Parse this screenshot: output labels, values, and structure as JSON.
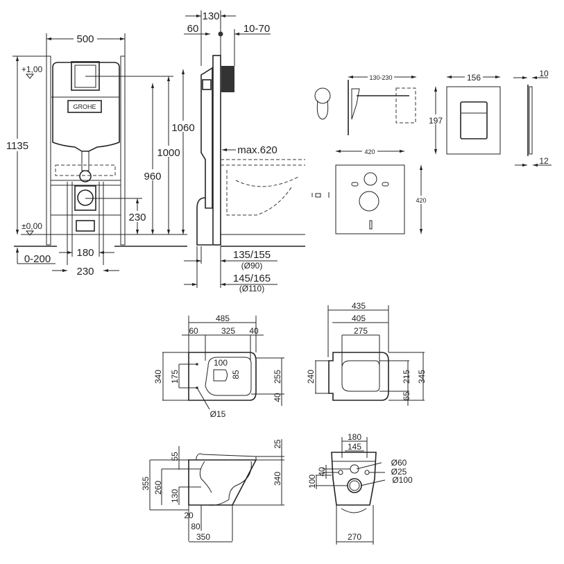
{
  "frame_front": {
    "width": "500",
    "height_total": "1135",
    "level_top": "+1,00",
    "level_floor": "±0,00",
    "h960": "960",
    "h1000": "1000",
    "h1060": "1060",
    "h230": "230",
    "w180": "180",
    "w230": "230",
    "floor_range": "0-200",
    "brand": "GROHE"
  },
  "frame_side": {
    "d130": "130",
    "d60": "60",
    "d10_70": "10-70",
    "max620": "max.620",
    "pipe90": "135/155",
    "pipe90_dia": "(Ø90)",
    "pipe110": "145/165",
    "pipe110_dia": "(Ø110)"
  },
  "accessories": {
    "bracket_range": "130-230",
    "plate_width": "156",
    "plate_height": "197",
    "plate_depth_top": "10",
    "plate_depth_bottom": "12",
    "mat_width": "420",
    "mat_height": "420"
  },
  "bowl_top": {
    "length": "485",
    "d60": "60",
    "d325": "325",
    "d40": "40",
    "w340": "340",
    "w175": "175",
    "d100": "100",
    "d85": "85",
    "w255": "255",
    "w40": "40",
    "hole": "Ø15"
  },
  "seat_top": {
    "length": "435",
    "d405": "405",
    "d275": "275",
    "w240": "240",
    "w215": "215",
    "w345": "345",
    "w65": "65"
  },
  "bowl_side": {
    "d25": "25",
    "d55": "55",
    "h355": "355",
    "h260": "260",
    "h130": "130",
    "h340": "340",
    "d20": "20",
    "d80": "80",
    "length": "350"
  },
  "bowl_rear": {
    "d180": "180",
    "d145": "145",
    "dia60": "Ø60",
    "dia25": "Ø25",
    "dia100": "Ø100",
    "h40": "40",
    "h100": "100",
    "width": "270"
  }
}
